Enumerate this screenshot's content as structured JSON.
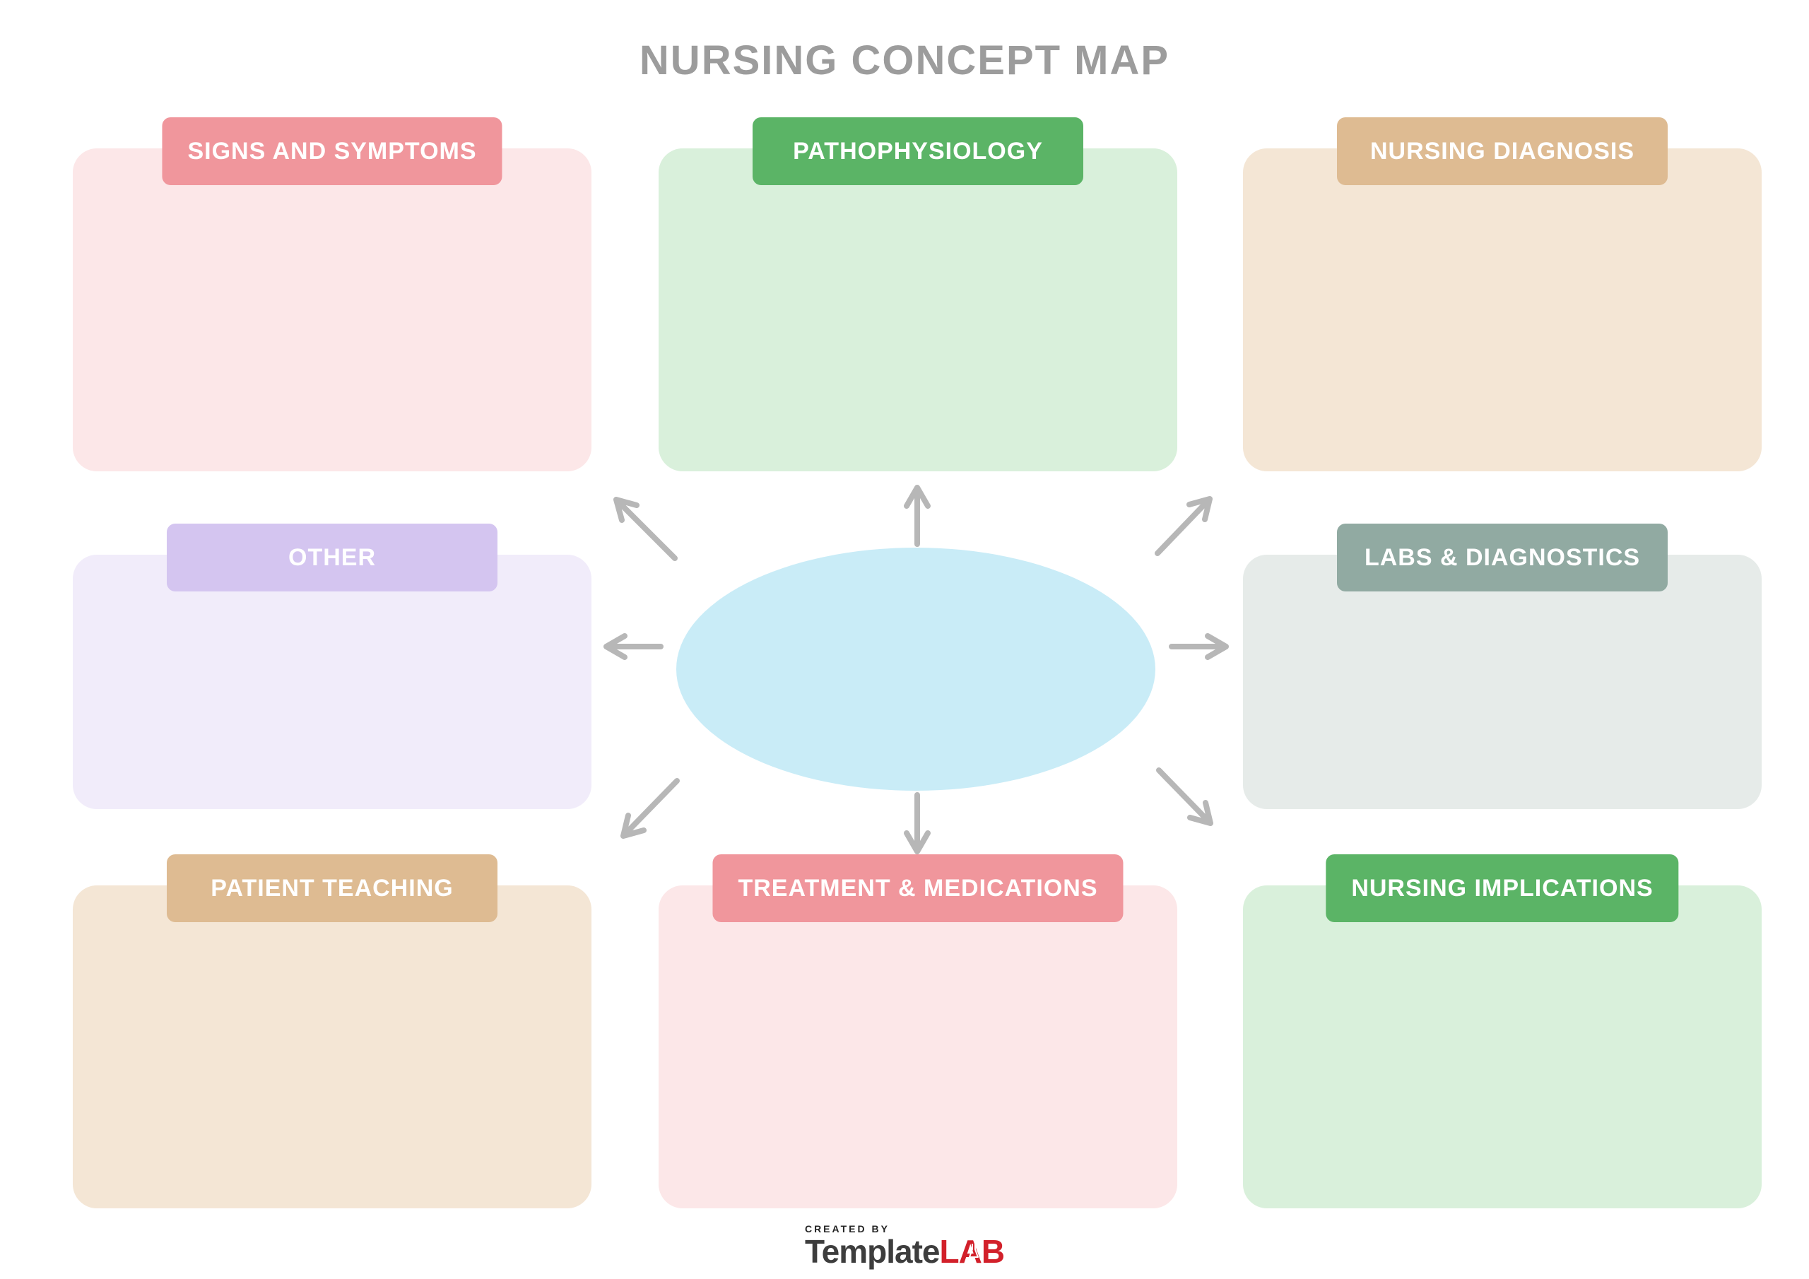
{
  "title": "NURSING CONCEPT MAP",
  "colors": {
    "background": "#ffffff",
    "title_text": "#9c9c9c",
    "arrow_gray": "#b7b7b7",
    "center_ellipse_fill": "#c9ecf7",
    "header_text": "#ffffff"
  },
  "center": {
    "shape": "ellipse",
    "fill": "#c9ecf7",
    "text": ""
  },
  "sections": [
    {
      "id": "signs-and-symptoms",
      "label": "SIGNS AND SYMPTOMS",
      "header_color": "#f0969c",
      "body_color": "#fce7e8",
      "position": "top-left"
    },
    {
      "id": "pathophysiology",
      "label": "PATHOPHYSIOLOGY",
      "header_color": "#5bb466",
      "body_color": "#d9f0db",
      "position": "top-center"
    },
    {
      "id": "nursing-diagnosis",
      "label": "NURSING DIAGNOSIS",
      "header_color": "#debb92",
      "body_color": "#f4e6d5",
      "position": "top-right"
    },
    {
      "id": "other",
      "label": "OTHER",
      "header_color": "#d4c5f0",
      "body_color": "#f1ecfa",
      "position": "middle-left"
    },
    {
      "id": "labs-diagnostics",
      "label": "LABS & DIAGNOSTICS",
      "header_color": "#91aaa2",
      "body_color": "#e6ebe9",
      "position": "middle-right"
    },
    {
      "id": "patient-teaching",
      "label": "PATIENT TEACHING",
      "header_color": "#debb92",
      "body_color": "#f4e6d5",
      "position": "bottom-left"
    },
    {
      "id": "treatment-medications",
      "label": "TREATMENT & MEDICATIONS",
      "header_color": "#f0969c",
      "body_color": "#fce7e8",
      "position": "bottom-center"
    },
    {
      "id": "nursing-implications",
      "label": "NURSING IMPLICATIONS",
      "header_color": "#5bb466",
      "body_color": "#d9f0db",
      "position": "bottom-right"
    }
  ],
  "arrows": [
    "arrow-up-icon",
    "arrow-up-left-icon",
    "arrow-up-right-icon",
    "arrow-left-icon",
    "arrow-right-icon",
    "arrow-down-left-icon",
    "arrow-down-icon",
    "arrow-down-right-icon"
  ],
  "footer": {
    "created_by": "CREATED BY",
    "brand_first": "Template",
    "brand_second": "LAB",
    "brand_first_color": "#3d3d3d",
    "brand_second_color": "#d2202a"
  }
}
